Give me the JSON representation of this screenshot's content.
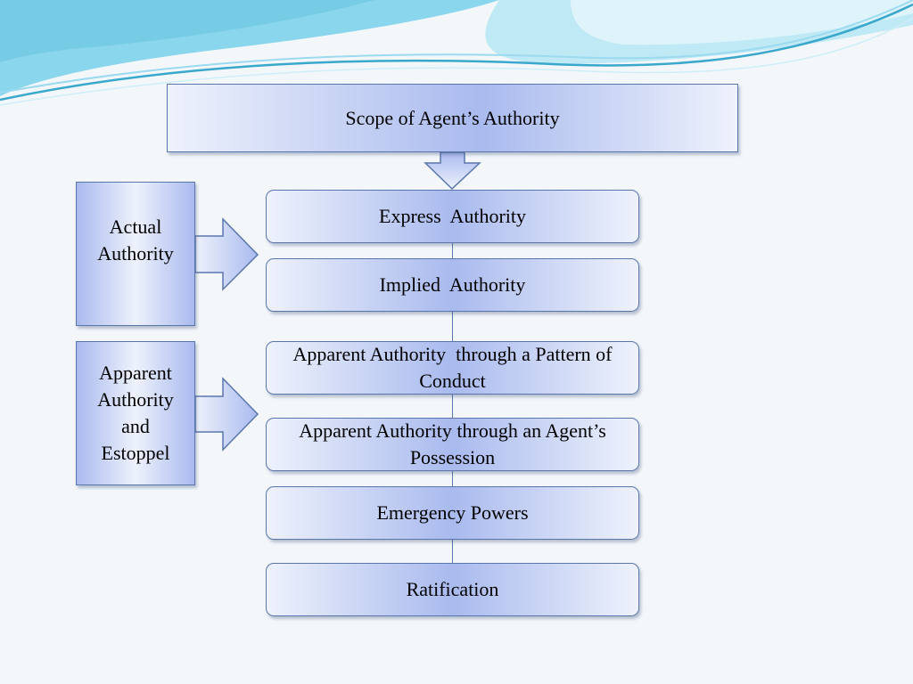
{
  "diagram": {
    "title": "Scope of Agent’s Authority",
    "groups": [
      {
        "label": "Actual Authority"
      },
      {
        "label": "Apparent Authority and Estoppel"
      }
    ],
    "items": [
      {
        "label": "Express  Authority"
      },
      {
        "label": "Implied  Authority"
      },
      {
        "label": "Apparent Authority  through a Pattern of Conduct"
      },
      {
        "label": "Apparent Authority through an Agent’s Possession"
      },
      {
        "label": "Emergency Powers"
      },
      {
        "label": "Ratification"
      }
    ]
  },
  "colors": {
    "box_light": "#eef2fc",
    "box_mid": "#a9baee",
    "border": "#5b76ad",
    "wave_primary": "#7fd0e8",
    "wave_dark": "#3aa7cc",
    "background": "#f3f7fa"
  }
}
